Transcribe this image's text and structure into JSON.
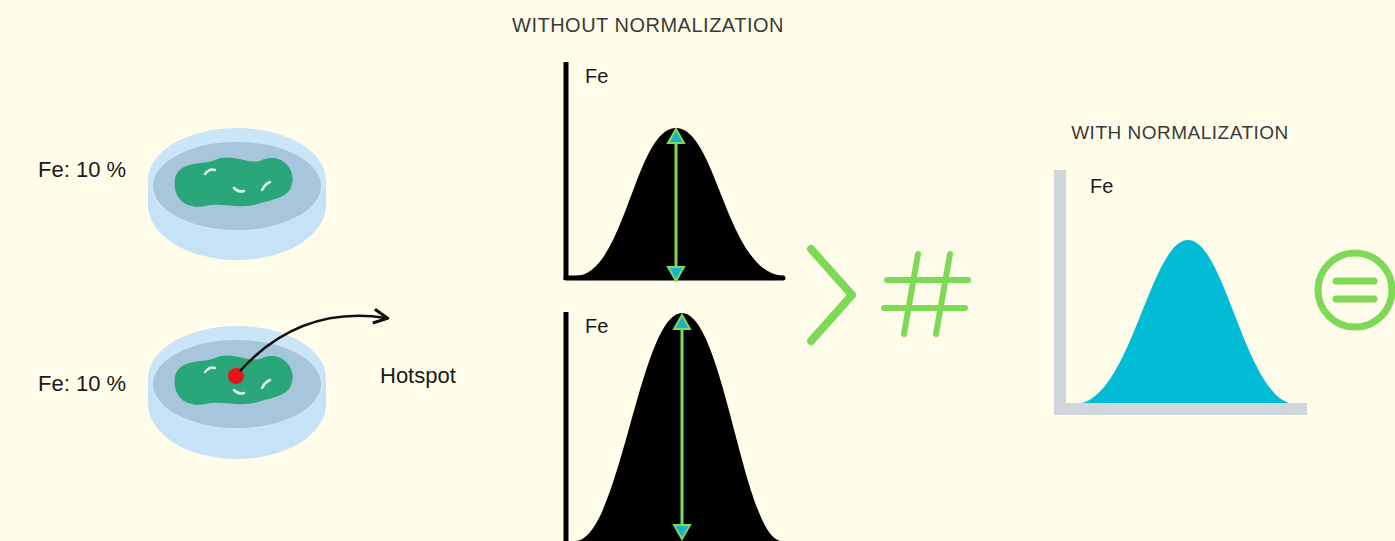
{
  "diagram": {
    "labels": [
      "WITHOUT NORMALIZATION",
      "Fe: 10 %",
      "Fe: 10 %",
      "Hotspot",
      "Fe",
      "Fe",
      "WITH NORMALIZATION",
      "Fe"
    ]
  }
}
